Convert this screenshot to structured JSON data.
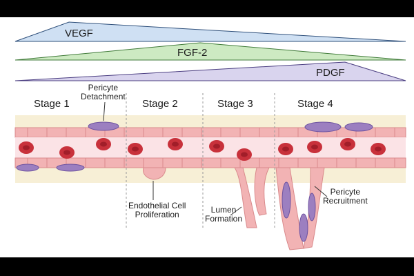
{
  "gradients": [
    {
      "label": "VEGF",
      "fill": "#cfe0f3",
      "stroke": "#2e4f7a"
    },
    {
      "label": "FGF-2",
      "fill": "#cdeac2",
      "stroke": "#3f7a38"
    },
    {
      "label": "PDGF",
      "fill": "#d9d4ee",
      "stroke": "#4a3d80"
    }
  ],
  "stages": [
    {
      "label": "Stage 1"
    },
    {
      "label": "Stage 2"
    },
    {
      "label": "Stage 3"
    },
    {
      "label": "Stage 4"
    }
  ],
  "annotations": {
    "pericyte_detachment": [
      "Pericyte",
      "Detachment"
    ],
    "endothelial_proliferation": [
      "Endothelial Cell",
      "Proliferation"
    ],
    "lumen_formation": [
      "Lumen",
      "Formation"
    ],
    "pericyte_recruitment": [
      "Pericyte",
      "Recruitment"
    ]
  },
  "colors": {
    "tissue": "#f7efd6",
    "vessel_lumen": "#fbe3e6",
    "endothelial": "#f2b3b4",
    "endothelial_edge": "#d98a8c",
    "red_blood_cell": "#c8313b",
    "pericyte": "#9c7fc0",
    "divider": "#9a9a9a"
  }
}
